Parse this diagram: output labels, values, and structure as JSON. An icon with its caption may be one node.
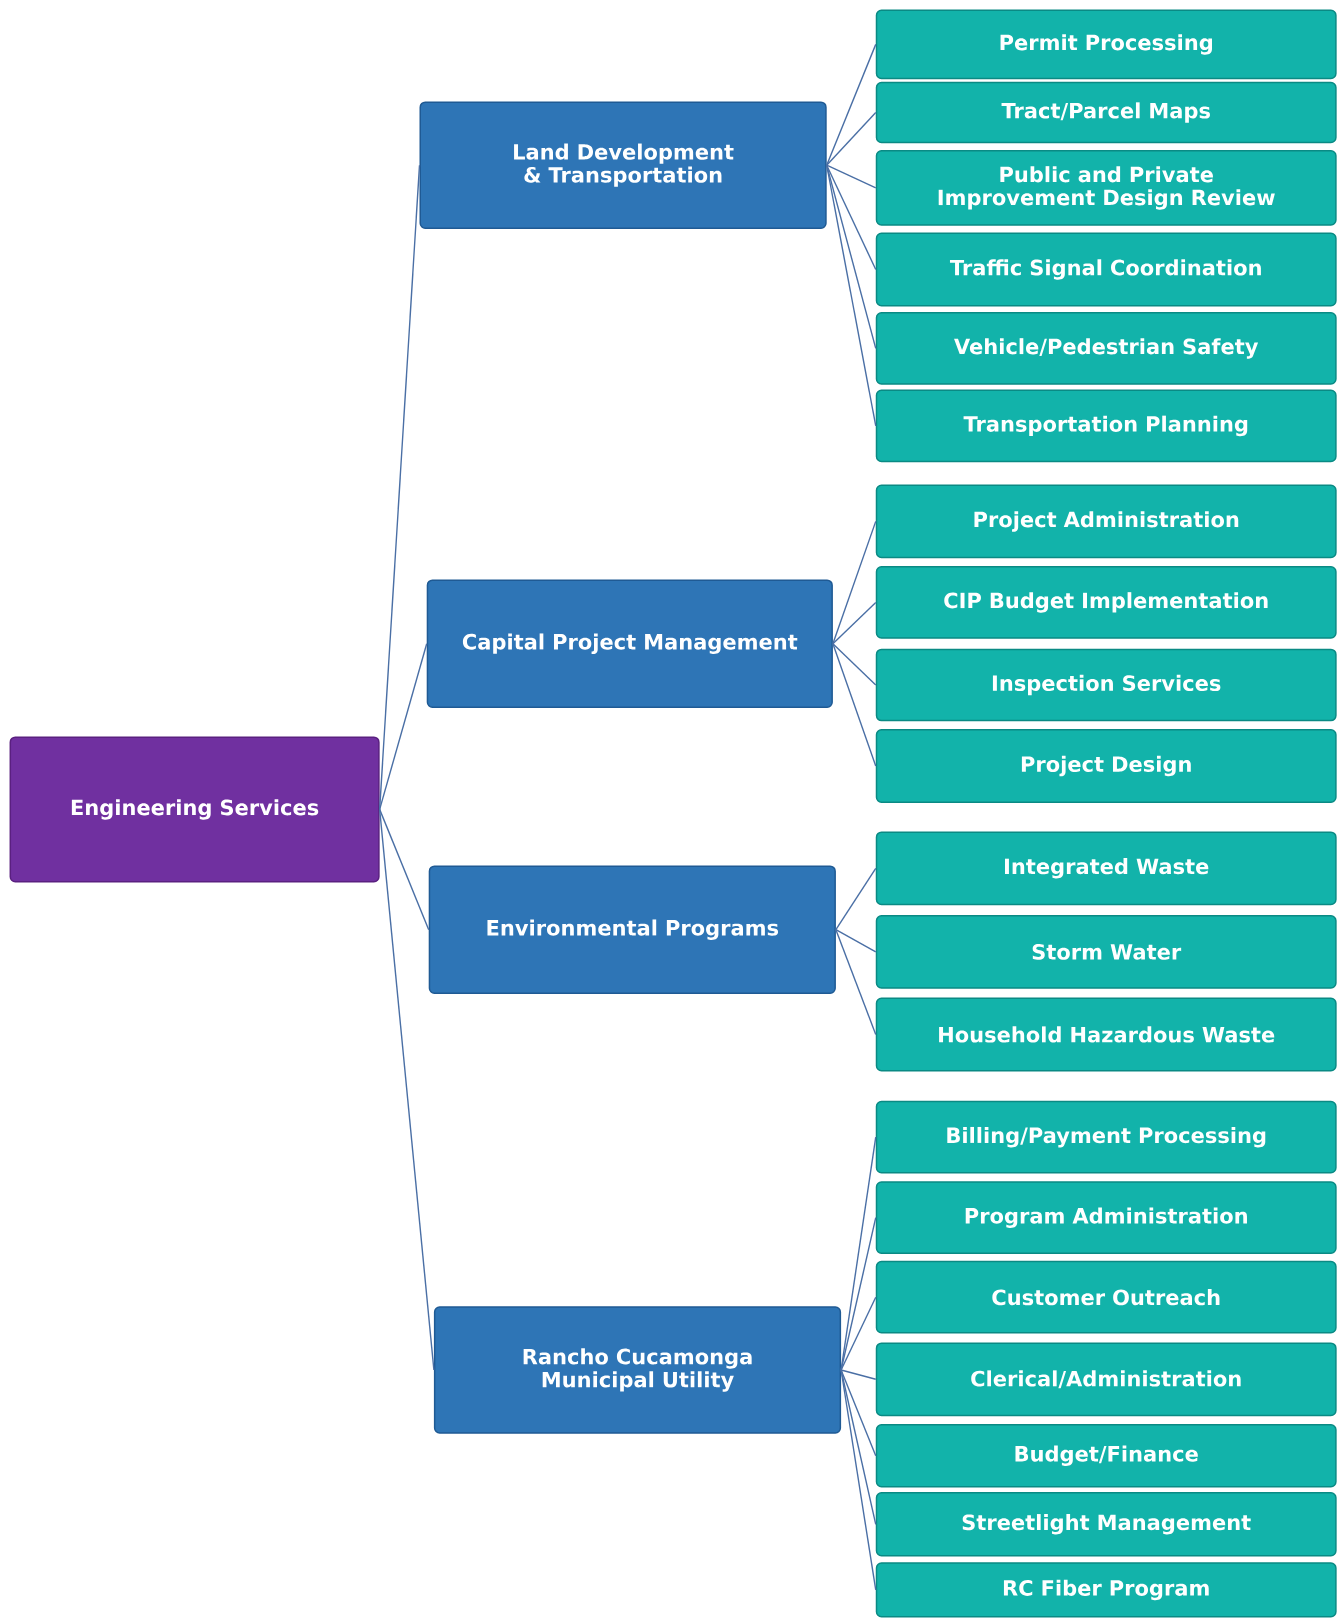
{
  "diagram": {
    "nodes": [
      {
        "text": [
          "Engineering Services"
        ]
      },
      {
        "text": [
          "Land Development & Transportation"
        ]
      },
      {
        "text": [
          "Capital Project Management"
        ]
      },
      {
        "text": [
          "Environmental Programs"
        ]
      },
      {
        "text": [
          "Rancho Cucamonga Municipal Utility"
        ]
      },
      {
        "text": [
          "Permit Processing"
        ]
      },
      {
        "text": [
          "Tract/Parcel Maps"
        ]
      },
      {
        "text": [
          "Public and Private Improvement Design Review"
        ]
      },
      {
        "text": [
          "Traffic Signal Coordination"
        ]
      },
      {
        "text": [
          "Vehicle/Pedestrian Safety"
        ]
      },
      {
        "text": [
          "Transportation Planning"
        ]
      },
      {
        "text": [
          "Project Administration"
        ]
      },
      {
        "text": [
          "CIP Budget Implementation"
        ]
      },
      {
        "text": [
          "Inspection Services"
        ]
      },
      {
        "text": [
          "Project Design"
        ]
      },
      {
        "text": [
          "Integrated Waste"
        ]
      },
      {
        "text": [
          "Storm Water"
        ]
      },
      {
        "text": [
          "Household Hazardous Waste"
        ]
      },
      {
        "text": [
          "Billing/Payment Processing"
        ]
      },
      {
        "text": [
          "Program Administration"
        ]
      },
      {
        "text": [
          "Customer Outreach"
        ]
      },
      {
        "text": [
          "Clerical/Administration"
        ]
      },
      {
        "text": [
          "Budget/Finance"
        ]
      },
      {
        "text": [
          "Streetlight Management"
        ]
      },
      {
        "text": [
          "RC Fiber Program"
        ]
      }
    ],
    "edges": [
      {
        "from": 0,
        "to": 1,
        "arrow": "none"
      },
      {
        "from": 0,
        "to": 2,
        "arrow": "none"
      },
      {
        "from": 0,
        "to": 3,
        "arrow": "none"
      },
      {
        "from": 0,
        "to": 4,
        "arrow": "none"
      },
      {
        "from": 1,
        "to": 5,
        "arrow": "none"
      },
      {
        "from": 1,
        "to": 6,
        "arrow": "none"
      },
      {
        "from": 1,
        "to": 7,
        "arrow": "none"
      },
      {
        "from": 1,
        "to": 8,
        "arrow": "none"
      },
      {
        "from": 1,
        "to": 9,
        "arrow": "none"
      },
      {
        "from": 1,
        "to": 10,
        "arrow": "none"
      },
      {
        "from": 2,
        "to": 11,
        "arrow": "none"
      },
      {
        "from": 2,
        "to": 12,
        "arrow": "none"
      },
      {
        "from": 2,
        "to": 13,
        "arrow": "none"
      },
      {
        "from": 2,
        "to": 14,
        "arrow": "none"
      },
      {
        "from": 3,
        "to": 15,
        "arrow": "none"
      },
      {
        "from": 3,
        "to": 16,
        "arrow": "none"
      },
      {
        "from": 3,
        "to": 17,
        "arrow": "none"
      },
      {
        "from": 4,
        "to": 18,
        "arrow": "none"
      },
      {
        "from": 4,
        "to": 19,
        "arrow": "none"
      },
      {
        "from": 4,
        "to": 20,
        "arrow": "none"
      },
      {
        "from": 4,
        "to": 21,
        "arrow": "none"
      },
      {
        "from": 4,
        "to": 22,
        "arrow": "none"
      },
      {
        "from": 4,
        "to": 23,
        "arrow": "none"
      },
      {
        "from": 4,
        "to": 24,
        "arrow": "none"
      }
    ]
  }
}
